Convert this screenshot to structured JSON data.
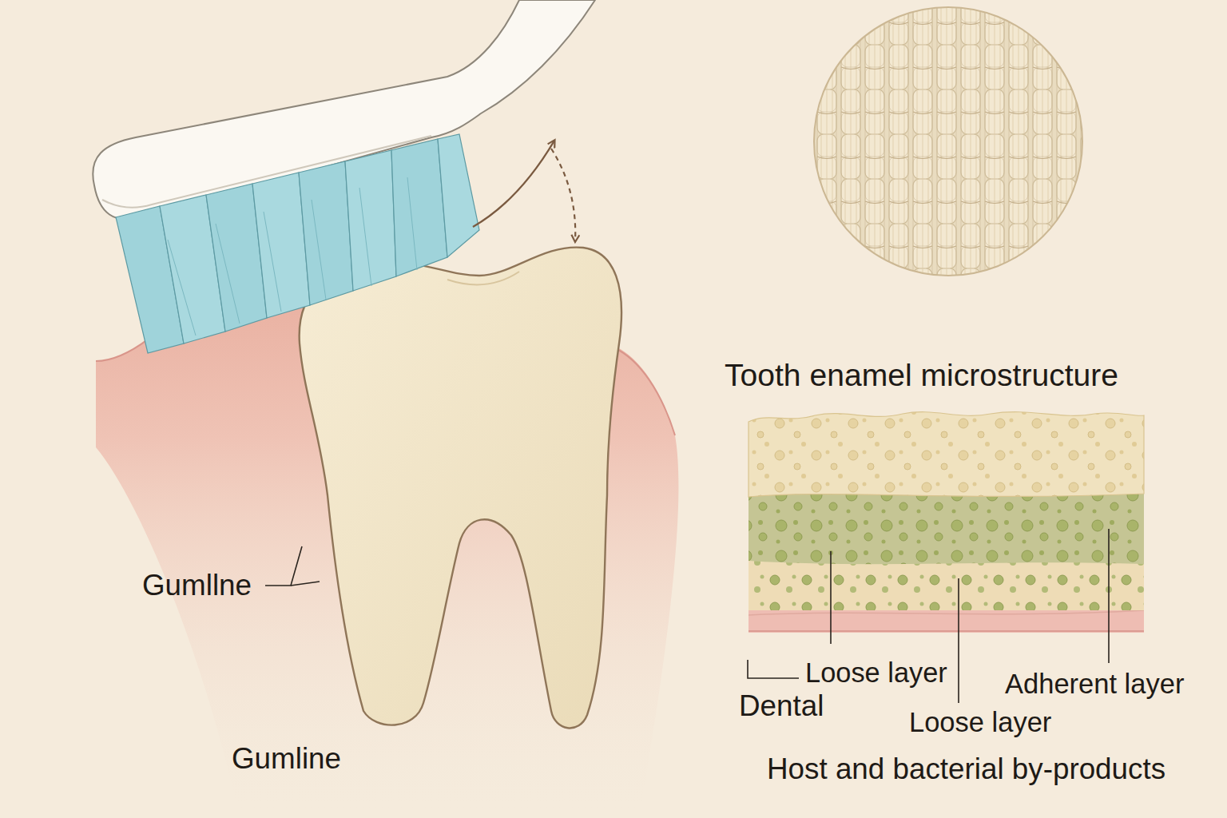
{
  "diagram": {
    "labels": [
      "Tooth enamel microstructure",
      "Gumllne",
      "Loose layer",
      "Adherent layer",
      "Dental",
      "Loose layer",
      "Host and bacterial by-products",
      "Gumline"
    ]
  }
}
